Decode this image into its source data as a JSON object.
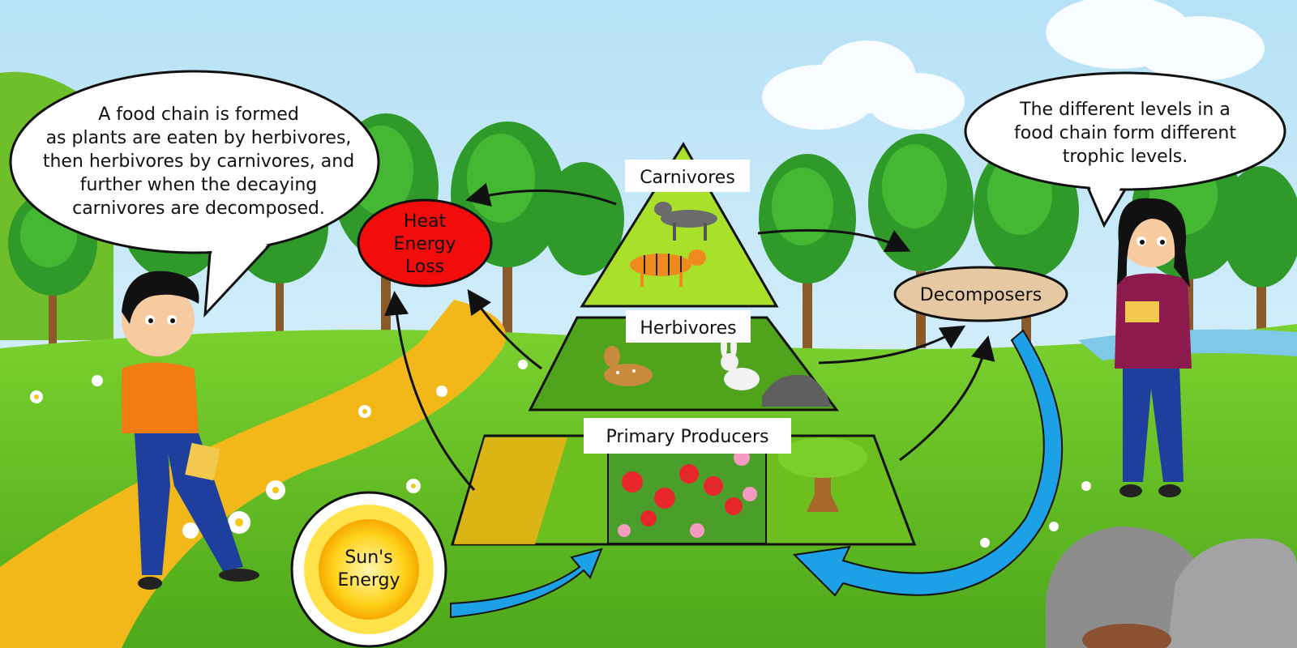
{
  "bubbles": {
    "left": [
      "A food chain is formed",
      "as plants are eaten by herbivores,",
      "then herbivores by carnivores, and",
      "further when the decaying",
      "carnivores are decomposed."
    ],
    "right": [
      "The different levels in a",
      "food chain form different",
      "trophic levels."
    ]
  },
  "pyramid": {
    "carnivores": "Carnivores",
    "herbivores": "Herbivores",
    "producers": "Primary Producers"
  },
  "heat_loss": [
    "Heat",
    "Energy",
    "Loss"
  ],
  "decomposers": "Decomposers",
  "sun": [
    "Sun's",
    "Energy"
  ],
  "colors": {
    "sky": "#bfe6f7",
    "grass": "#5cbf23",
    "path": "#f2b81a",
    "heat": "#f20c0c",
    "decomposer": "#e6c9a3",
    "flow_arrow": "#1da1e6",
    "pyramid_top": "#a8e02a",
    "pyramid_mid": "#4fa41b",
    "pyramid_base": "#6cbf1e"
  }
}
